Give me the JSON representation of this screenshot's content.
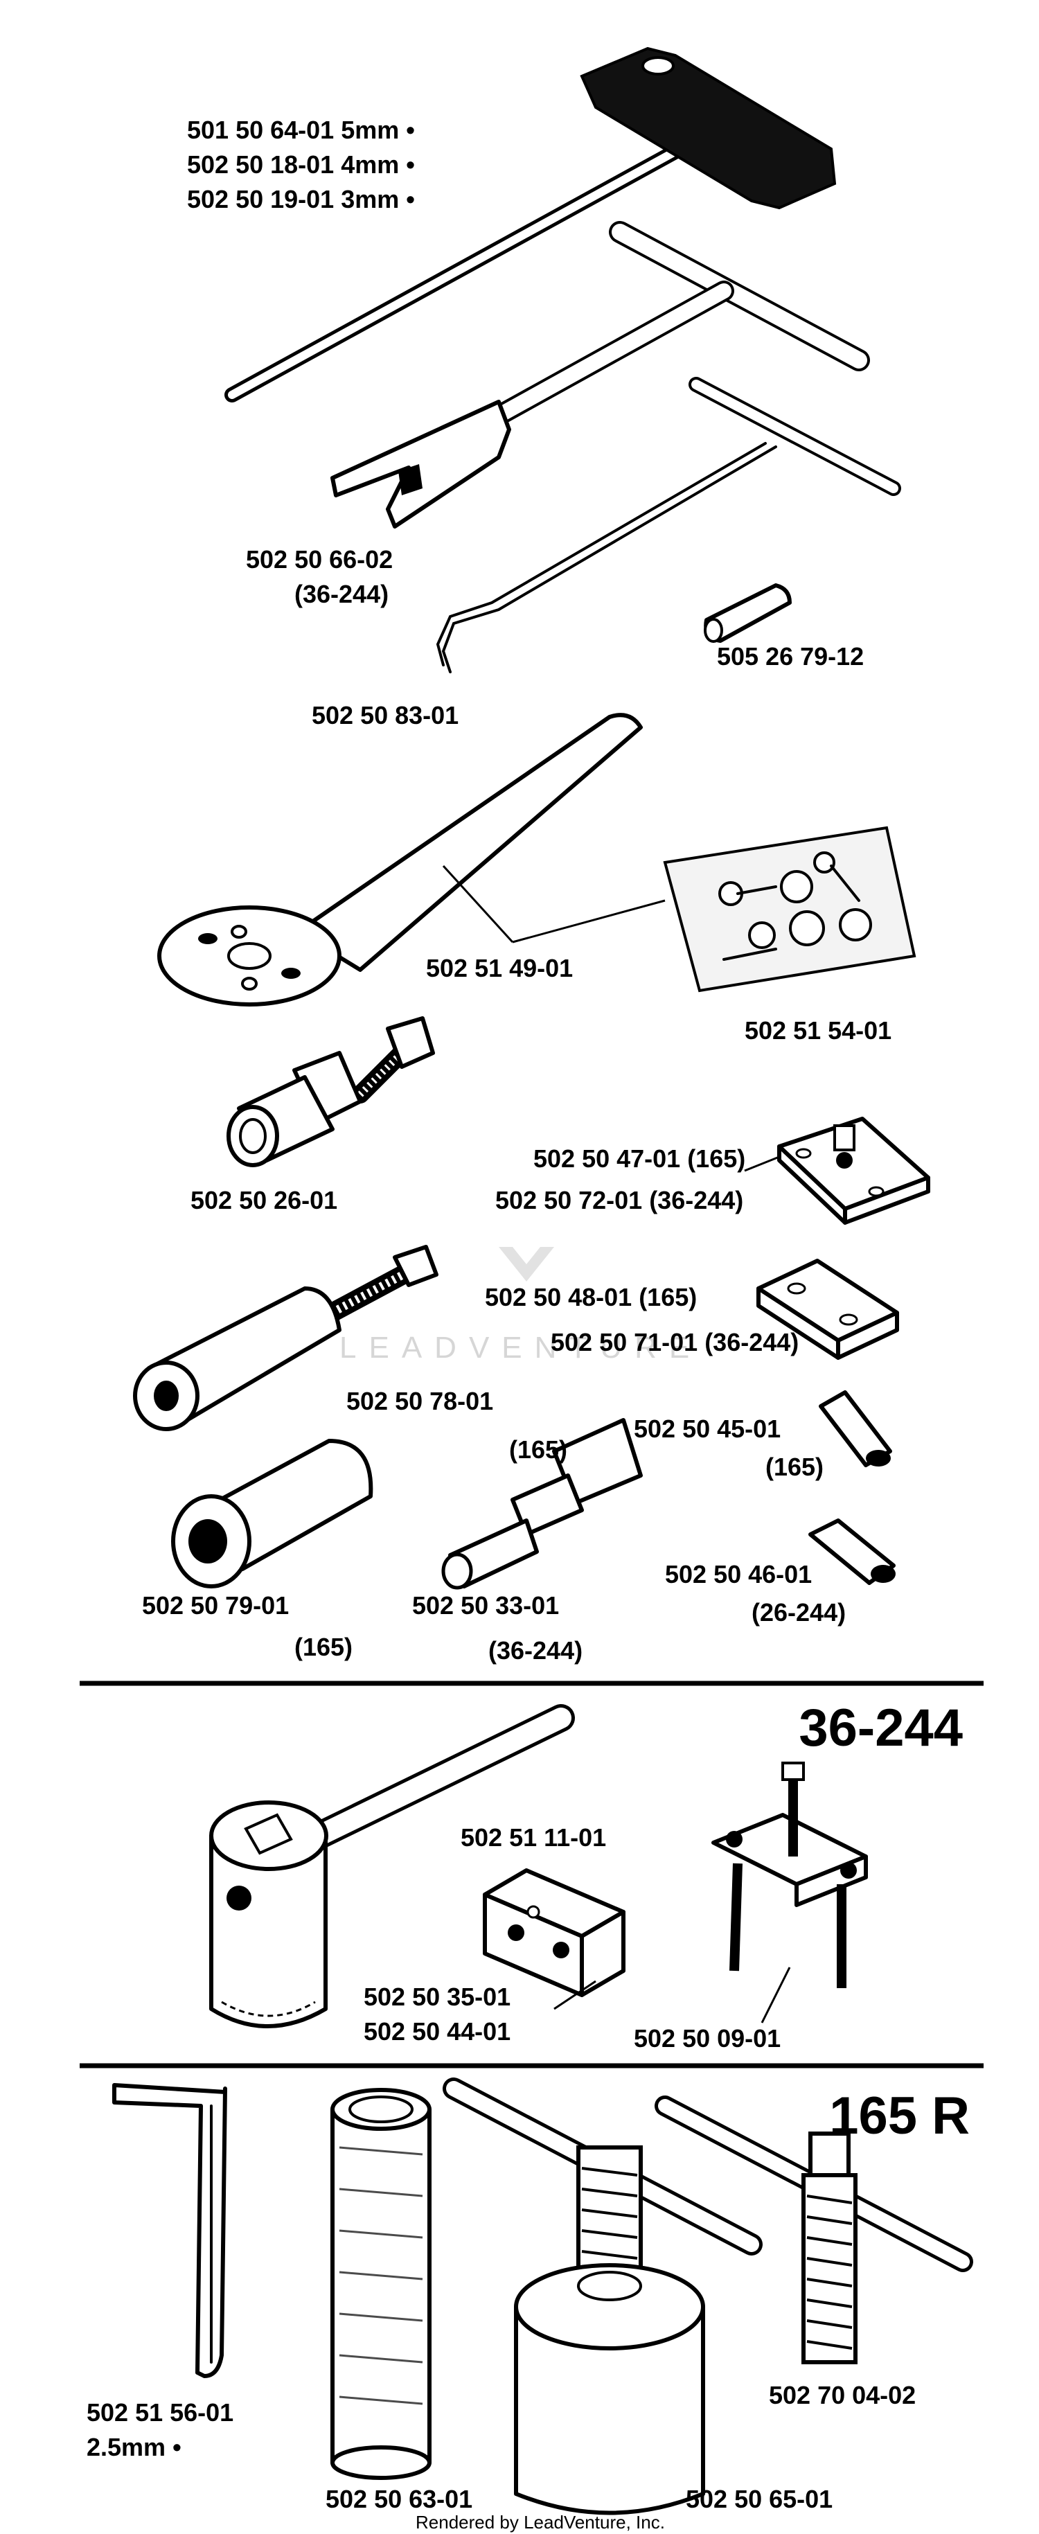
{
  "labels": {
    "hex_key_1": "501 50 64-01 5mm  •",
    "hex_key_2": "502 50 18-01 4mm  •",
    "hex_key_3": "502 50 19-01 3mm  •",
    "fork_tool": "502 50 66-02",
    "fork_tool_model": "(36-244)",
    "hook_tool": "502 50 83-01",
    "sleeve": "505 26 79-12",
    "flywheel_holder": "502 51 49-01",
    "screw_kit": "502 51 54-01",
    "puller_small": "502 50 26-01",
    "plate_1a": "502 50 47-01 (165)",
    "plate_1b": "502 50 72-01 (36-244)",
    "plate_2a": "502 50 48-01 (165)",
    "plate_2b": "502 50 71-01 (36-244)",
    "puller_large": "502 50 78-01",
    "pin_1": "502 50 45-01",
    "pin_1_model": "(165)",
    "model_165_top": "(165)",
    "pin_2": "502 50 46-01",
    "pin_2_model": "(26-244)",
    "sleeve_tool": "502 50 79-01",
    "sleeve_tool_model": "(165)",
    "drift": "502 50 33-01",
    "drift_model": "(36-244)",
    "section_1": "36-244",
    "section_2": "165 R",
    "socket_wrench": "502 51 11-01",
    "block_a": "502 50 35-01",
    "block_b": "502 50 44-01",
    "bar_puller": "502 50 09-01",
    "l_key": "502 51 56-01",
    "l_key_size": "2.5mm  •",
    "tube_tool": "502 50 63-01",
    "clutch_tool": "502 50 65-01",
    "t_bolt": "502 70 04-02",
    "watermark": "LEADVENTURE",
    "footer": "Rendered by LeadVenture, Inc."
  }
}
